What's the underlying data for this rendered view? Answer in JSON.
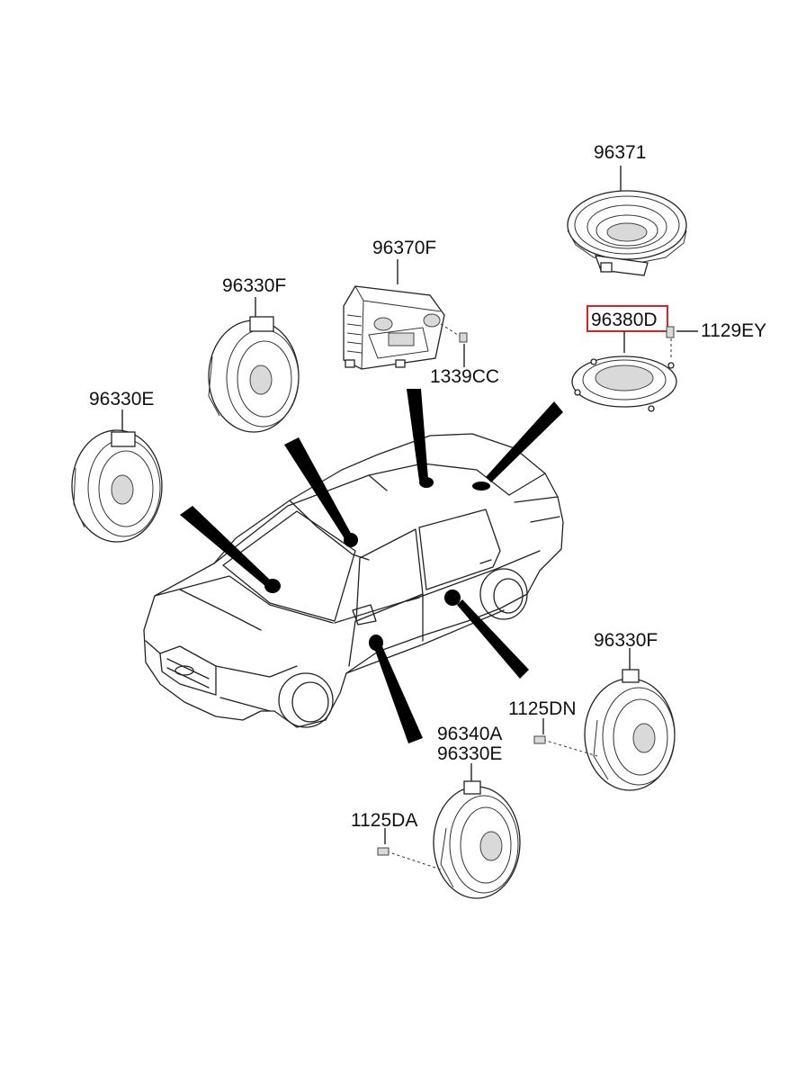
{
  "labels": {
    "p96371": "96371",
    "p96370F": "96370F",
    "p96330F_top": "96330F",
    "p96380D": "96380D",
    "p1129EY": "1129EY",
    "p1339CC": "1339CC",
    "p96330E_left": "96330E",
    "p96330F_bottom": "96330F",
    "p1125DN": "1125DN",
    "p96340A": "96340A",
    "p96330E_bottom": "96330E",
    "p1125DA": "1125DA"
  },
  "highlight": {
    "part": "96380D",
    "color": "#e02020"
  }
}
